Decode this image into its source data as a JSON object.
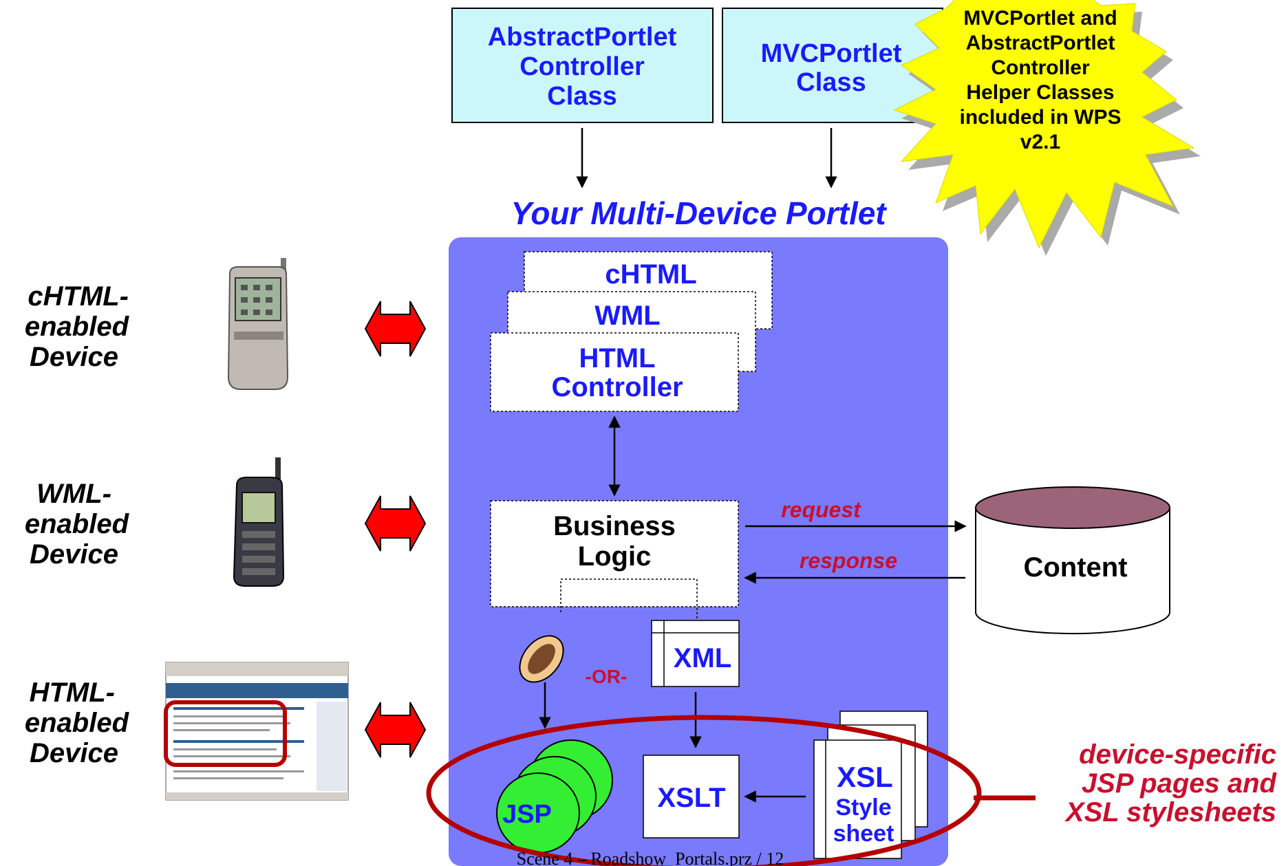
{
  "top": {
    "abstract_box": [
      "AbstractPortlet",
      "Controller",
      "Class"
    ],
    "mvc_box": [
      "MVCPortlet",
      "Class"
    ],
    "starburst": [
      "MVCPortlet and",
      "AbstractPortlet",
      "Controller",
      "Helper Classes",
      "included in WPS",
      "v2.1"
    ]
  },
  "portlet_title": "Your Multi-Device Portlet",
  "devices": [
    {
      "label": [
        "cHTML-",
        "enabled",
        "Device"
      ]
    },
    {
      "label": [
        "WML-",
        "enabled",
        "Device"
      ]
    },
    {
      "label": [
        "HTML-",
        "enabled",
        "Device"
      ]
    }
  ],
  "controllers": {
    "chtml": "cHTML",
    "wml": "WML",
    "html": [
      "HTML",
      "Controller"
    ]
  },
  "business_logic": [
    "Business",
    "Logic"
  ],
  "flows": {
    "request": "request",
    "response": "response"
  },
  "content": "Content",
  "or_label": "-OR-",
  "xml": "XML",
  "xslt": "XSLT",
  "xsl": [
    "XSL",
    "Style",
    "sheet"
  ],
  "jsp": "JSP",
  "device_specific": [
    "device-specific",
    "JSP pages and",
    "XSL stylesheets"
  ],
  "footer": "Scene 4 – Roadshow_Portals.prz / 12",
  "colors": {
    "cyan_box": "#ccf7fa",
    "portlet_bg": "#7a7afc",
    "starburst": "#ffff00",
    "label_blue": "#1a1aff",
    "label_red": "#c8102e",
    "content_top": "#9c6478",
    "jsp_green": "#33ee33",
    "arrow_red": "#ff0000"
  }
}
